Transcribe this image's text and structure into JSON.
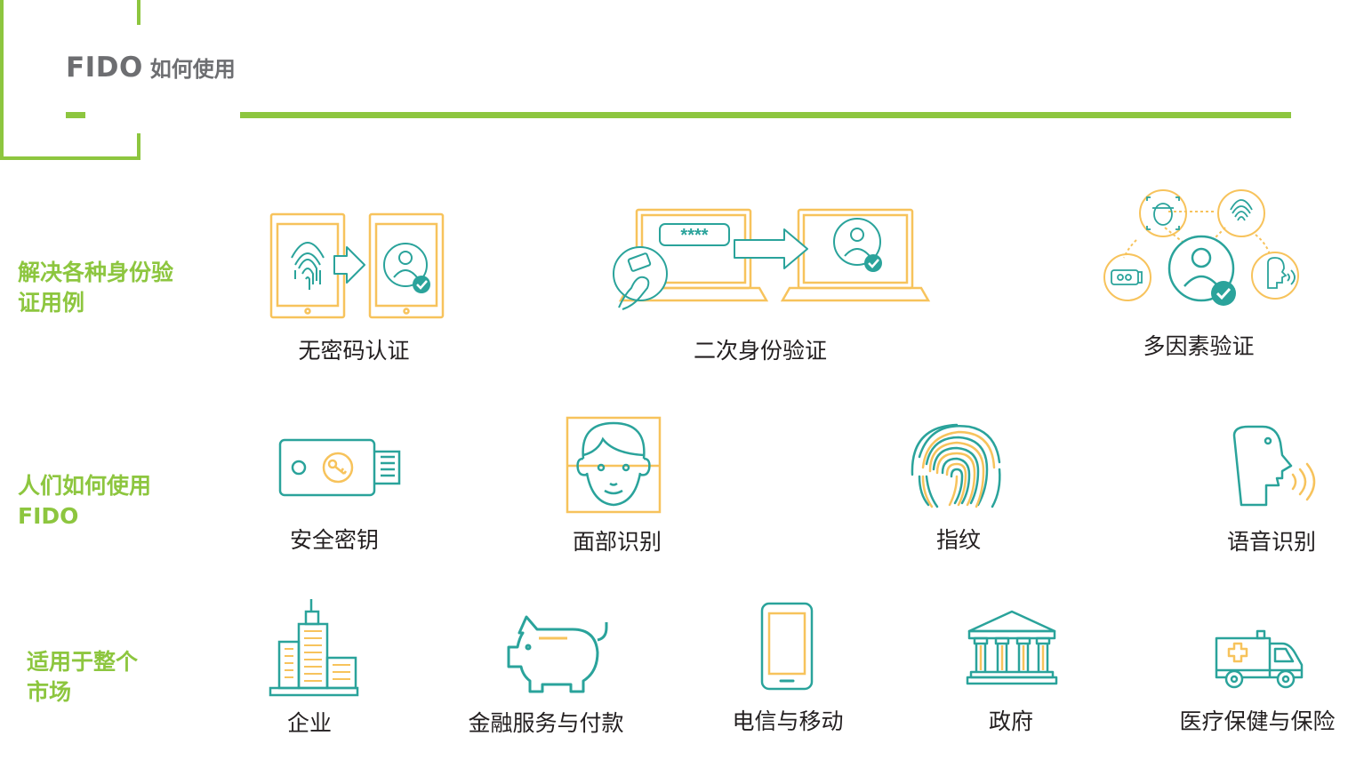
{
  "header": {
    "title_en": "FIDO",
    "title_zh": "如何使用"
  },
  "colors": {
    "brand_green": "#8dc63f",
    "teal": "#2aa39b",
    "gold": "#f7c35c",
    "text_dark": "#231f20",
    "title_gray": "#6d6e71"
  },
  "rows": {
    "use_cases": {
      "label_line1": "解决各种身份验",
      "label_line2": "证用例",
      "items": [
        {
          "label": "无密码认证",
          "icon": "tablet-fingerprint-to-user-icon"
        },
        {
          "label": "二次身份验证",
          "icon": "laptop-password-to-user-icon"
        },
        {
          "label": "多因素验证",
          "icon": "multi-factor-user-icon"
        }
      ]
    },
    "how_people_use": {
      "label_line1": "人们如何使用",
      "label_line2": "FIDO",
      "items": [
        {
          "label": "安全密钥",
          "icon": "security-key-icon"
        },
        {
          "label": "面部识别",
          "icon": "face-recognition-icon"
        },
        {
          "label": "指纹",
          "icon": "fingerprint-icon"
        },
        {
          "label": "语音识别",
          "icon": "voice-recognition-icon"
        }
      ]
    },
    "markets": {
      "label_line1": "适用于整个",
      "label_line2": "市场",
      "items": [
        {
          "label": "企业",
          "icon": "office-building-icon"
        },
        {
          "label": "金融服务与付款",
          "icon": "piggy-bank-icon"
        },
        {
          "label": "电信与移动",
          "icon": "mobile-phone-icon"
        },
        {
          "label": "政府",
          "icon": "government-building-icon"
        },
        {
          "label": "医疗保健与保险",
          "icon": "ambulance-icon"
        }
      ]
    }
  },
  "icon_text": {
    "password_mask": "****"
  }
}
